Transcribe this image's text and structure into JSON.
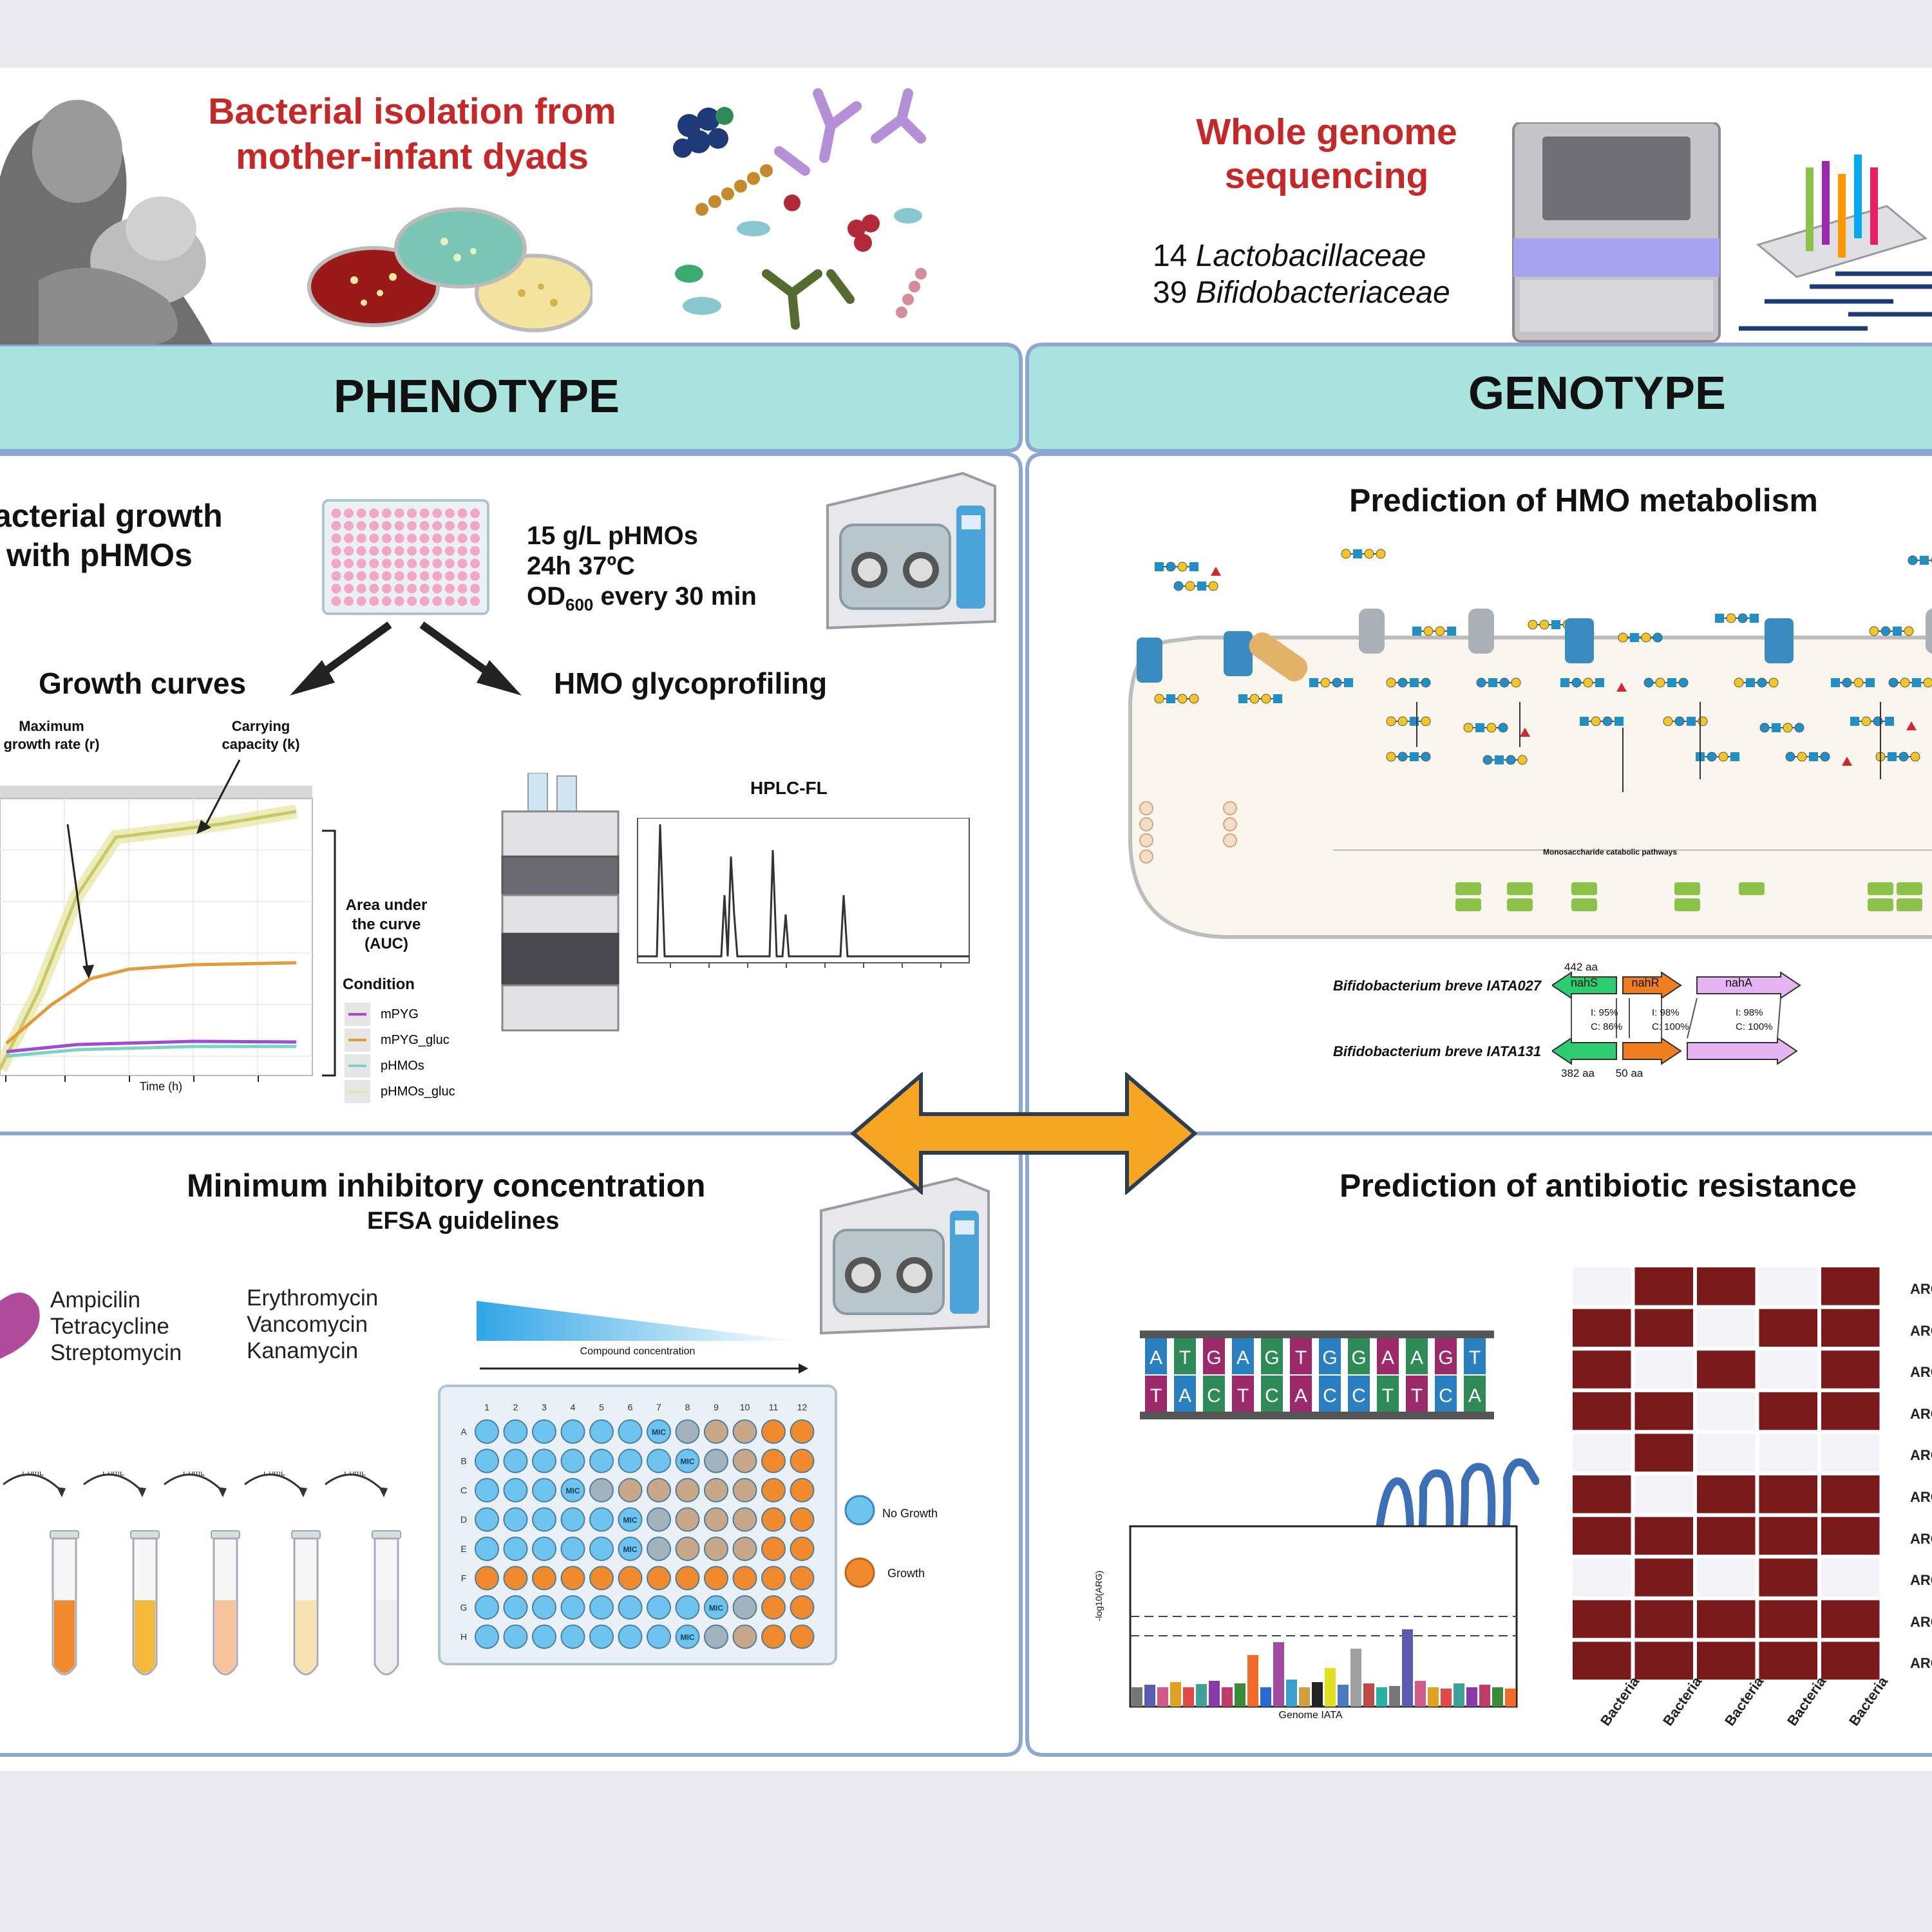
{
  "top": {
    "isolation_title_1": "Bacterial isolation from",
    "isolation_title_2": "mother-infant dyads",
    "wgs_title_1": "Whole genome",
    "wgs_title_2": "sequencing",
    "count_lacto_num": "14",
    "count_lacto_name": "Lactobacillaceae",
    "count_bifido_num": "39",
    "count_bifido_name": "Bifidobacteriaceae"
  },
  "headers": {
    "phenotype": "PHENOTYPE",
    "genotype": "GENOTYPE"
  },
  "growth": {
    "title_1": "acterial growth",
    "title_2": "with pHMOs",
    "cond_1": "15 g/L pHMOs",
    "cond_2": "24h 37ºC",
    "cond_3_prefix": "OD",
    "cond_3_sub": "600",
    "cond_3_suffix": " every 30 min",
    "curves_title": "Growth curves",
    "glyco_title": "HMO glycoprofiling",
    "max_rate_1": "Maximum",
    "max_rate_2": "growth rate (r)",
    "carrying_1": "Carrying",
    "carrying_2": "capacity (k)",
    "auc_1": "Area under",
    "auc_2": "the curve",
    "auc_3": "(AUC)",
    "condition_label": "Condition",
    "legend": [
      "mPYG",
      "mPYG_gluc",
      "pHMOs",
      "pHMOs_gluc"
    ],
    "xlabel": "Time (h)",
    "hplc_label": "HPLC-FL"
  },
  "mic": {
    "title": "Minimum inhibitory concentration",
    "subtitle": "EFSA guidelines",
    "antibiotics_left": [
      "Ampicilin",
      "Tetracycline",
      "Streptomycin"
    ],
    "antibiotics_right": [
      "Erythromycin",
      "Vancomycin",
      "Kanamycin"
    ],
    "gradient_label": "Compound concentration",
    "legend_no_growth": "No Growth",
    "legend_growth": "Growth",
    "well_label": "MIC",
    "dilution_label": "1.0mL",
    "row_letters": [
      "A",
      "B",
      "C",
      "D",
      "E",
      "F",
      "G",
      "H"
    ],
    "col_numbers": [
      "1",
      "2",
      "3",
      "4",
      "5",
      "6",
      "7",
      "8",
      "9",
      "10",
      "11",
      "12"
    ]
  },
  "hmo": {
    "title": "Prediction of HMO metabolism",
    "strain_1": "Bifidobacterium breve IATA027",
    "strain_2": "Bifidobacterium breve IATA131",
    "gene_1": "nahS",
    "gene_2": "nahR",
    "gene_3": "nahA",
    "aa_1": "442 aa",
    "aa_2": "382 aa",
    "aa_3": "50 aa",
    "ident_1": "I: 95%",
    "cov_1": "C: 86%",
    "ident_2": "I: 98%",
    "cov_2": "C: 100%",
    "ident_3": "I: 98%",
    "cov_3": "C: 100%",
    "pathway_label": "Monosaccharide catabolic pathways"
  },
  "amr": {
    "title": "Prediction of antibiotic resistance",
    "dna_top": [
      "A",
      "T",
      "G",
      "A",
      "G",
      "T",
      "G",
      "G",
      "A",
      "A",
      "G",
      "T"
    ],
    "dna_bottom": [
      "T",
      "A",
      "C",
      "T",
      "C",
      "A",
      "C",
      "C",
      "T",
      "T",
      "C",
      "A"
    ],
    "manhattan_xlabel": "Genome IATA",
    "manhattan_ylabel": "-log10(ARG)",
    "heatmap_cols": [
      "Bacteria",
      "Bacteria",
      "Bacteria",
      "Bacteria",
      "Bacteria"
    ],
    "heatmap_rows": [
      "ARG",
      "ARG",
      "ARG",
      "ARG",
      "ARG",
      "ARG",
      "ARG",
      "ARG",
      "ARG",
      "ARG"
    ],
    "heatmap_matrix": [
      [
        0,
        1,
        1,
        0,
        1
      ],
      [
        1,
        1,
        0,
        1,
        1
      ],
      [
        1,
        0,
        1,
        0,
        1
      ],
      [
        1,
        1,
        0,
        1,
        1
      ],
      [
        0,
        1,
        0,
        0,
        0
      ],
      [
        1,
        0,
        1,
        1,
        1
      ],
      [
        1,
        1,
        1,
        1,
        1
      ],
      [
        0,
        1,
        0,
        1,
        0
      ],
      [
        1,
        1,
        1,
        1,
        1
      ],
      [
        1,
        1,
        1,
        1,
        1
      ]
    ],
    "colors": {
      "present": "#7a1a1a",
      "absent": "#f4f4f8"
    }
  },
  "palette": {
    "panel_border": "#8ea6d4",
    "header_fill": "#a8e3dd",
    "arrow_fill": "#f6a623",
    "title_red": "#c62828"
  }
}
